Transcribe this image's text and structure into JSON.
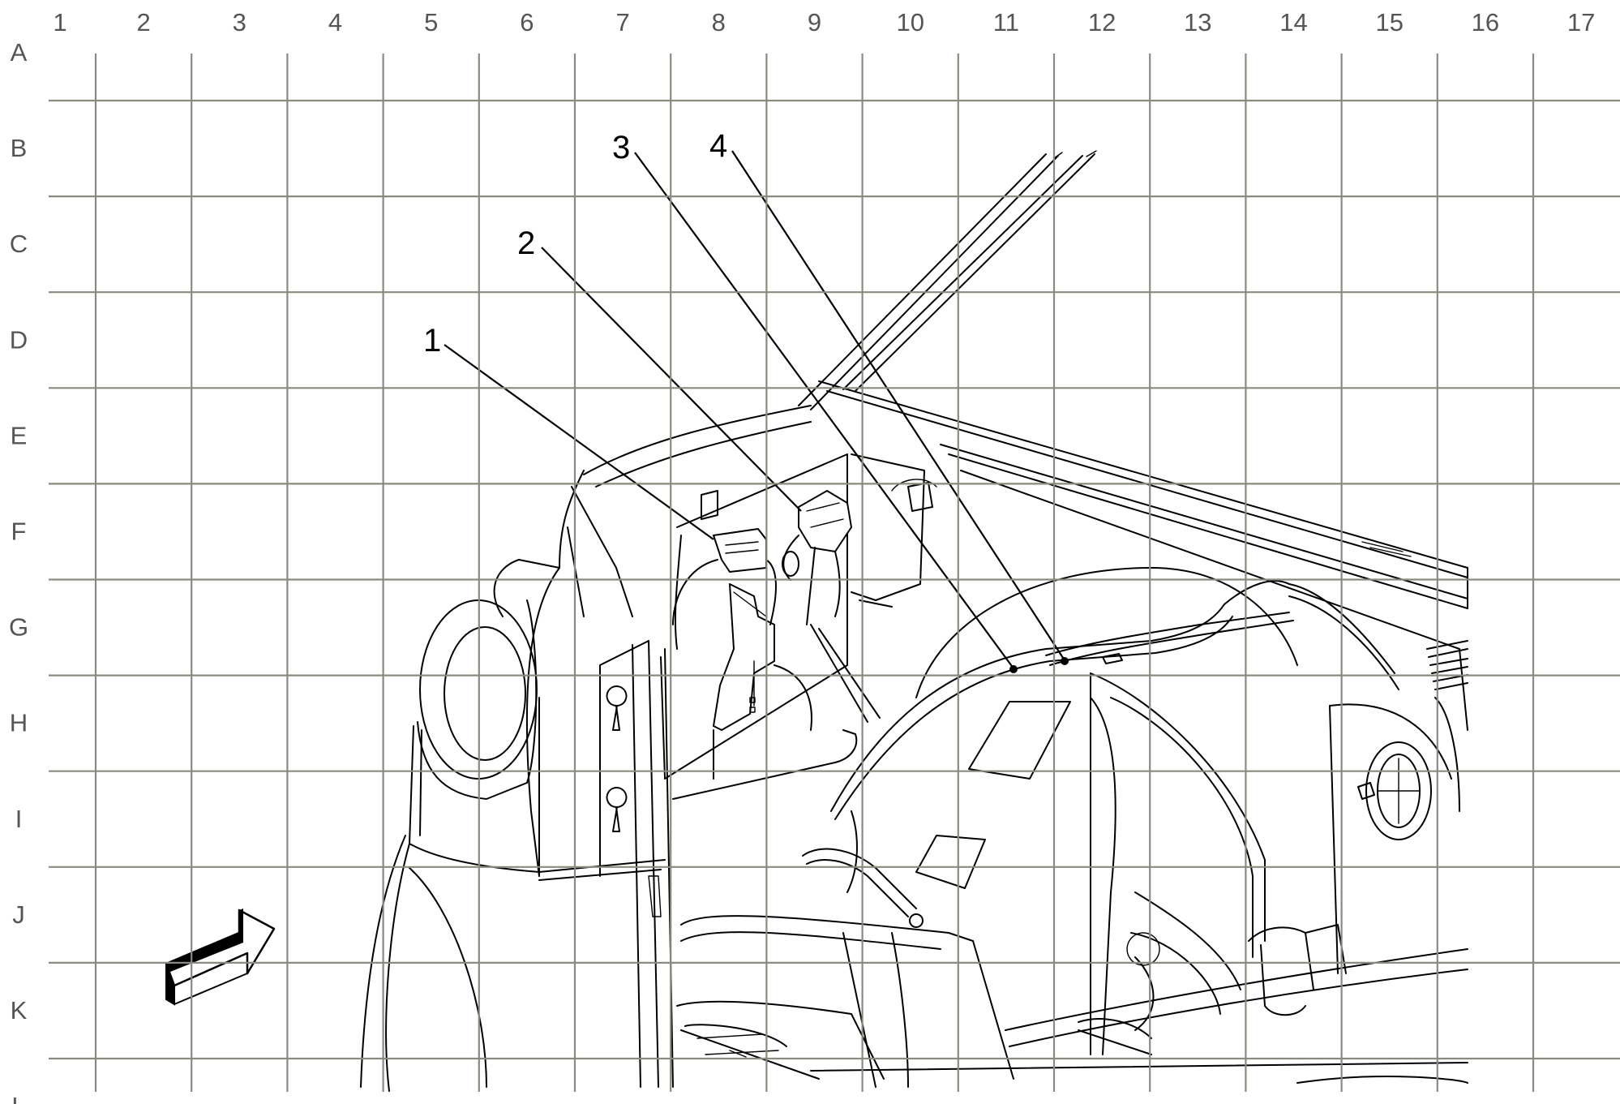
{
  "grid": {
    "columns": [
      "1",
      "2",
      "3",
      "4",
      "5",
      "6",
      "7",
      "8",
      "9",
      "10",
      "11",
      "12",
      "13",
      "14",
      "15",
      "16",
      "17"
    ],
    "rows": [
      "A",
      "B",
      "C",
      "D",
      "E",
      "F",
      "G",
      "H",
      "I",
      "J",
      "K",
      "L"
    ]
  },
  "callouts": [
    {
      "label": "1"
    },
    {
      "label": "2"
    },
    {
      "label": "3"
    },
    {
      "label": "4"
    }
  ],
  "icons": {
    "view_arrow": "front-direction-arrow-icon"
  },
  "colors": {
    "grid": "#8a8a80",
    "grid_labels": "#555555",
    "ink": "#000000",
    "background": "#ffffff"
  }
}
